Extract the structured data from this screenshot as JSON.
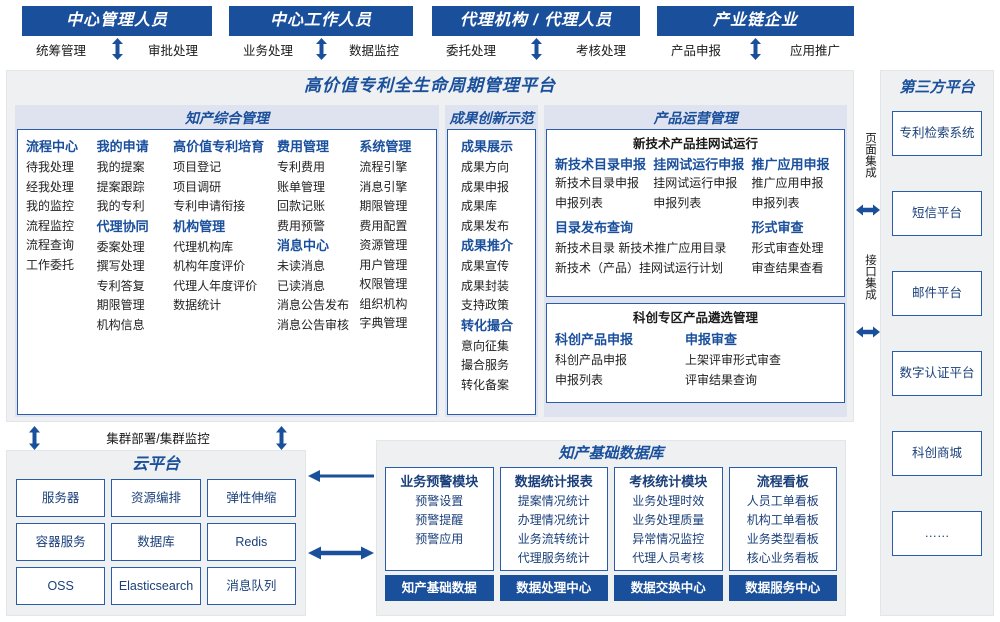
{
  "roles": [
    {
      "title": "中心管理人员",
      "left": "统筹管理",
      "right": "审批处理"
    },
    {
      "title": "中心工作人员",
      "left": "业务处理",
      "right": "数据监控"
    },
    {
      "title": "代理机构 / 代理人员",
      "left": "委托处理",
      "right": "考核处理"
    },
    {
      "title": "产业链企业",
      "left": "产品申报",
      "right": "应用推广"
    }
  ],
  "platform": {
    "title": "高价值专利全生命周期管理平台",
    "groups": {
      "ip_management": {
        "title": "知产综合管理",
        "columns": [
          {
            "sections": [
              {
                "header": "流程中心",
                "items": [
                  "待我处理",
                  "经我处理",
                  "我的监控",
                  "流程监控",
                  "流程查询",
                  "工作委托"
                ]
              }
            ]
          },
          {
            "sections": [
              {
                "header": "我的申请",
                "items": [
                  "我的提案",
                  "提案跟踪",
                  "我的专利"
                ]
              },
              {
                "header": "代理协同",
                "items": [
                  "委案处理",
                  "撰写处理",
                  "专利答复",
                  "期限管理",
                  "机构信息"
                ]
              }
            ]
          },
          {
            "sections": [
              {
                "header": "高价值专利培育",
                "items": [
                  "项目登记",
                  "项目调研",
                  "专利申请衔接"
                ]
              },
              {
                "header": "机构管理",
                "items": [
                  "代理机构库",
                  "机构年度评价",
                  "代理人年度评价",
                  "数据统计"
                ]
              }
            ]
          },
          {
            "sections": [
              {
                "header": "费用管理",
                "items": [
                  "专利费用",
                  "账单管理",
                  "回款记账",
                  "费用预警"
                ]
              },
              {
                "header": "消息中心",
                "items": [
                  "未读消息",
                  "已读消息",
                  "消息公告发布",
                  "消息公告审核"
                ]
              }
            ]
          },
          {
            "sections": [
              {
                "header": "系统管理",
                "items": [
                  "流程引擎",
                  "消息引擎",
                  "期限管理",
                  "费用配置",
                  "资源管理",
                  "用户管理",
                  "权限管理",
                  "组织机构",
                  "字典管理"
                ]
              }
            ]
          }
        ]
      },
      "achievement": {
        "title": "成果创新示范",
        "columns": [
          {
            "sections": [
              {
                "header": "成果展示",
                "items": [
                  "成果方向",
                  "成果申报",
                  "成果库",
                  "成果发布"
                ]
              },
              {
                "header": "成果推介",
                "items": [
                  "成果宣传",
                  "成果封装",
                  "支持政策"
                ]
              },
              {
                "header": "转化撮合",
                "items": [
                  "意向征集",
                  "撮合服务",
                  "转化备案"
                ]
              }
            ]
          }
        ]
      },
      "product_ops": {
        "title": "产品运营管理",
        "boxes": [
          {
            "title": "新技术产品挂网试运行",
            "columns": [
              {
                "sections": [
                  {
                    "header": "新技术目录申报",
                    "items": [
                      "新技术目录申报",
                      "申报列表"
                    ]
                  },
                  {
                    "header": "目录发布查询",
                    "items": [
                      "新技术目录    新技术推广应用目录",
                      "新技术（产品）挂网试运行计划"
                    ]
                  }
                ]
              },
              {
                "sections": [
                  {
                    "header": "挂网试运行申报",
                    "items": [
                      "挂网试运行申报",
                      "申报列表"
                    ]
                  }
                ]
              },
              {
                "sections": [
                  {
                    "header": "推广应用申报",
                    "items": [
                      "推广应用申报",
                      "申报列表"
                    ]
                  },
                  {
                    "header": "形式审查",
                    "items": [
                      "形式审查处理",
                      "审查结果查看"
                    ]
                  }
                ]
              }
            ]
          },
          {
            "title": "科创专区产品遴选管理",
            "columns": [
              {
                "sections": [
                  {
                    "header": "科创产品申报",
                    "items": [
                      "科创产品申报",
                      "申报列表"
                    ]
                  }
                ]
              },
              {
                "sections": [
                  {
                    "header": "申报审查",
                    "items": [
                      "上架评审形式审查",
                      "评审结果查询"
                    ]
                  }
                ]
              }
            ]
          }
        ]
      }
    }
  },
  "integration": {
    "page_label": "页面集成",
    "api_label": "接口集成"
  },
  "third_party": {
    "title": "第三方平台",
    "items": [
      "专利检索系统",
      "短信平台",
      "邮件平台",
      "数字认证平台",
      "科创商城",
      "……"
    ]
  },
  "cloud": {
    "cluster_label": "集群部署/集群监控",
    "title": "云平台",
    "cells": [
      "服务器",
      "资源编排",
      "弹性伸缩",
      "容器服务",
      "数据库",
      "Redis",
      "OSS",
      "Elasticsearch",
      "消息队列"
    ]
  },
  "database": {
    "title": "知产基础数据库",
    "columns": [
      {
        "header": "业务预警模块",
        "items": [
          "预警设置",
          "预警提醒",
          "预警应用"
        ],
        "footer": "知产基础数据"
      },
      {
        "header": "数据统计报表",
        "items": [
          "提案情况统计",
          "办理情况统计",
          "业务流转统计",
          "代理服务统计"
        ],
        "footer": "数据处理中心"
      },
      {
        "header": "考核统计模块",
        "items": [
          "业务处理时效",
          "业务处理质量",
          "异常情况监控",
          "代理人员考核"
        ],
        "footer": "数据交换中心"
      },
      {
        "header": "流程看板",
        "items": [
          "人员工单看板",
          "机构工单看板",
          "业务类型看板",
          "核心业务看板"
        ],
        "footer": "数据服务中心"
      }
    ]
  },
  "colors": {
    "brand_blue": "#1a4f9c",
    "border_blue": "#2a5caa",
    "panel_bg": "#eef0f2",
    "group_bg": "#dfe3f0",
    "text_blue": "#1a3f7a"
  }
}
